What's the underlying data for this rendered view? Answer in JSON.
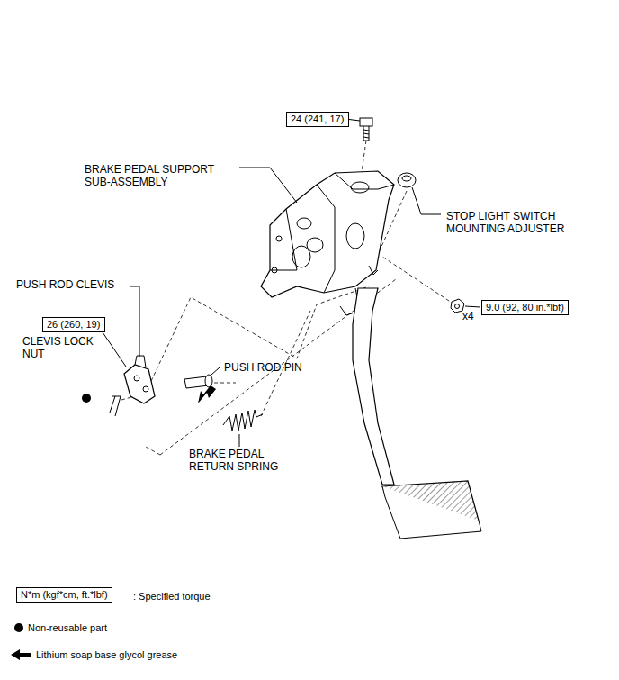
{
  "diagram": {
    "nodes": [
      {
        "text": [
          "24 (241, 17)"
        ]
      },
      {
        "text": [
          "9.0 (92, 80 in.*lbf)"
        ]
      },
      {
        "text": [
          "26 (260, 19)"
        ]
      },
      {
        "text": [
          "N*m (kgf*cm, ft.*lbf)"
        ]
      }
    ],
    "labels": [
      "BRAKE PEDAL SUPPORT SUB-ASSEMBLY",
      "STOP LIGHT SWITCH MOUNTING ADJUSTER",
      "x4",
      "PUSH ROD CLEVIS",
      "CLEVIS LOCK NUT",
      "PUSH ROD PIN",
      "BRAKE PEDAL RETURN SPRING"
    ],
    "legend": [
      {
        "text": ": Specified torque"
      },
      {
        "text": "Non-reusable part"
      },
      {
        "text": "Lithium soap base glycol grease"
      }
    ]
  }
}
